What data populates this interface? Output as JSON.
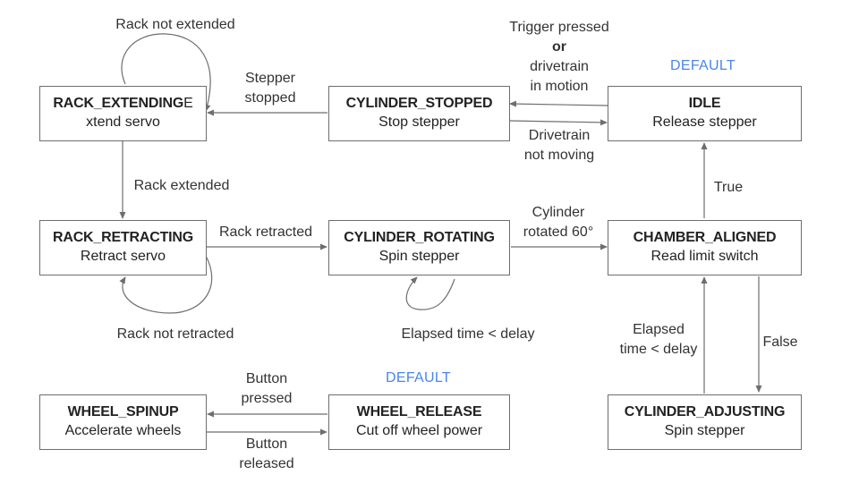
{
  "states": {
    "rack_extending": {
      "name": "RACK_EXTENDING",
      "name_tail": "E",
      "action": "xtend servo"
    },
    "cylinder_stopped": {
      "name": "CYLINDER_STOPPED",
      "action": "Stop stepper"
    },
    "idle": {
      "name": "IDLE",
      "action": "Release stepper"
    },
    "rack_retracting": {
      "name": "RACK_RETRACTING",
      "action": "Retract servo"
    },
    "cylinder_rotating": {
      "name": "CYLINDER_ROTATING",
      "action": "Spin stepper"
    },
    "chamber_aligned": {
      "name": "CHAMBER_ALIGNED",
      "action": "Read limit switch"
    },
    "wheel_spinup": {
      "name": "WHEEL_SPINUP",
      "action": "Accelerate wheels"
    },
    "wheel_release": {
      "name": "WHEEL_RELEASE",
      "action": "Cut off wheel power"
    },
    "cylinder_adjusting": {
      "name": "CYLINDER_ADJUSTING",
      "action": "Spin stepper"
    }
  },
  "defaults": {
    "idle": "DEFAULT",
    "wheel_release": "DEFAULT"
  },
  "transitions": {
    "rack_not_extended": "Rack not extended",
    "stepper_stopped_1": "Stepper",
    "stepper_stopped_2": "stopped",
    "trigger_1": "Trigger pressed",
    "trigger_or": "or",
    "trigger_2": "drivetrain",
    "trigger_3": "in motion",
    "drivetrain_1": "Drivetrain",
    "drivetrain_2": "not moving",
    "rack_extended": "Rack extended",
    "true": "True",
    "rack_retracted": "Rack retracted",
    "cylinder_rotated_1": "Cylinder",
    "cylinder_rotated_2": "rotated 60°",
    "rack_not_retracted": "Rack not retracted",
    "elapsed_delay": "Elapsed time < delay",
    "elapsed_1": "Elapsed",
    "elapsed_2": "time < delay",
    "false": "False",
    "button_pressed_1": "Button",
    "button_pressed_2": "pressed",
    "button_released_1": "Button",
    "button_released_2": "released"
  },
  "colors": {
    "line": "#6e6e6e",
    "default_label": "#4a86e8"
  }
}
